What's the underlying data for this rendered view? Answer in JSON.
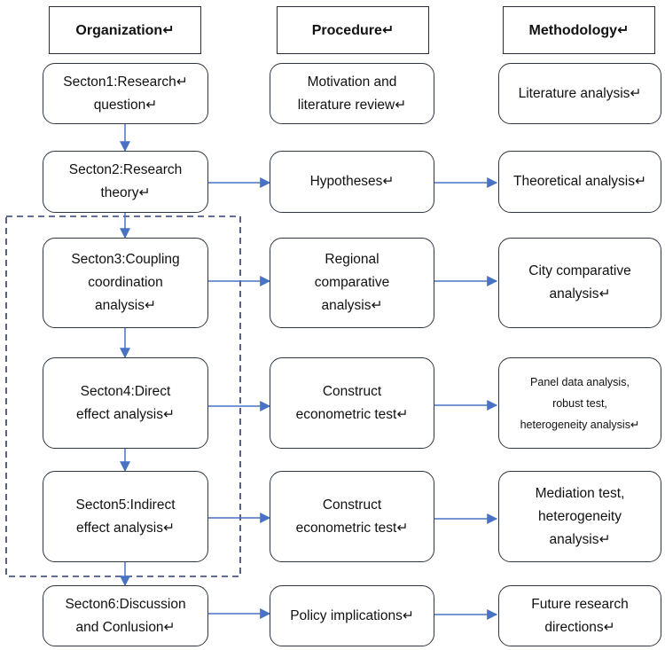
{
  "headers": [
    {
      "id": "organization",
      "text": "Organization↵"
    },
    {
      "id": "procedure",
      "text": "Procedure↵"
    },
    {
      "id": "methodology",
      "text": "Methodology↵"
    }
  ],
  "organization": [
    {
      "id": "s1",
      "text": "Secton1:Research↵\nquestion↵"
    },
    {
      "id": "s2",
      "text": "Secton2:Research\ntheory↵"
    },
    {
      "id": "s3",
      "text": "Secton3:Coupling\ncoordination\nanalysis↵"
    },
    {
      "id": "s4",
      "text": "Secton4:Direct\neffect analysis↵"
    },
    {
      "id": "s5",
      "text": "Secton5:Indirect\neffect analysis↵"
    },
    {
      "id": "s6",
      "text": "Secton6:Discussion\nand Conlusion↵"
    }
  ],
  "procedure": [
    {
      "id": "p1",
      "text": "Motivation and\nliterature review↵"
    },
    {
      "id": "p2",
      "text": "Hypotheses↵"
    },
    {
      "id": "p3",
      "text": "Regional\ncomparative\nanalysis↵"
    },
    {
      "id": "p4",
      "text": "Construct\neconometric test↵"
    },
    {
      "id": "p5",
      "text": "Construct\neconometric test↵"
    },
    {
      "id": "p6",
      "text": "Policy implications↵"
    }
  ],
  "methodology": [
    {
      "id": "m1",
      "text": "Literature analysis↵"
    },
    {
      "id": "m2",
      "text": "Theoretical analysis↵"
    },
    {
      "id": "m3",
      "text": "City comparative\nanalysis↵"
    },
    {
      "id": "m4",
      "text": "Panel data analysis,\nrobust test,\nheterogeneity analysis↵"
    },
    {
      "id": "m5",
      "text": "Mediation test,\nheterogeneity\nanalysis↵"
    },
    {
      "id": "m6",
      "text": "Future research\ndirections↵"
    }
  ],
  "colors": {
    "arrow": "#4a72c4",
    "border": "#2f3640",
    "dashed": "#2c3e70"
  }
}
